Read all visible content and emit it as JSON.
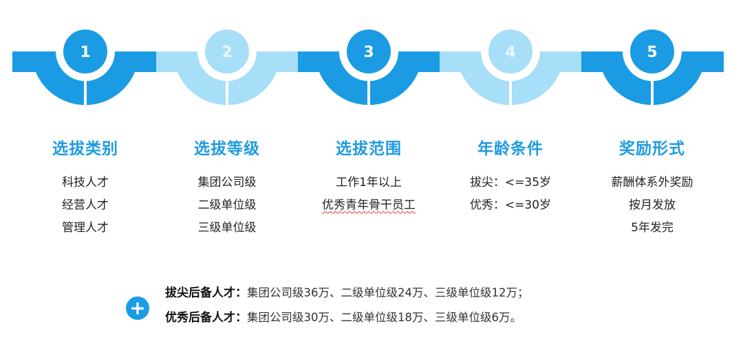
{
  "colors": {
    "dark": "#1a9be4",
    "light": "#a7def8",
    "title": "#1e9be2",
    "number_light": "#eaf7ff",
    "number_dark": "#ffffff"
  },
  "steps": [
    {
      "number": "1",
      "tone": "dark",
      "title": "选拔类别",
      "lines": [
        "科技人才",
        "经营人才",
        "管理人才"
      ]
    },
    {
      "number": "2",
      "tone": "light",
      "title": "选拔等级",
      "lines": [
        "集团公司级",
        "二级单位级",
        "三级单位级"
      ]
    },
    {
      "number": "3",
      "tone": "dark",
      "title": "选拔范围",
      "lines": [
        "工作1年以上",
        "优秀青年骨干员工"
      ]
    },
    {
      "number": "4",
      "tone": "light",
      "title": "年龄条件",
      "lines": [
        "拔尖：<=35岁",
        "优秀：<=30岁"
      ]
    },
    {
      "number": "5",
      "tone": "dark",
      "title": "奖励形式",
      "lines": [
        "薪酬体系外奖励",
        "按月发放",
        "5年发完"
      ]
    }
  ],
  "notes": {
    "icon": "plus-icon",
    "top": {
      "label": "拔尖后备人才：",
      "text": "集团公司级36万、二级单位级24万、三级单位级12万；"
    },
    "bottom": {
      "label": "优秀后备人才：",
      "text": "集团公司级30万、二级单位级18万、三级单位级6万。"
    }
  }
}
